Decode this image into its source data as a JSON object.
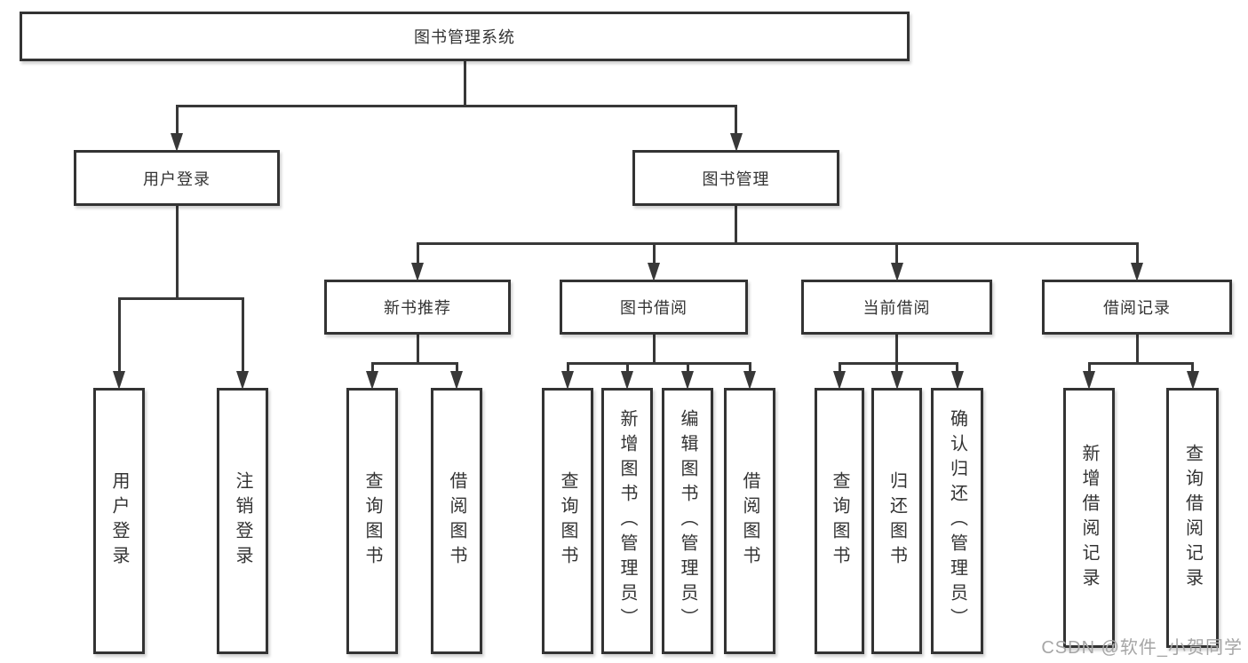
{
  "diagram": {
    "title": "图书管理系统",
    "nodes": [
      {
        "id": "root",
        "label": "图书管理系统",
        "text_direction": "horizontal"
      },
      {
        "id": "user-login",
        "label": "用户登录",
        "text_direction": "horizontal"
      },
      {
        "id": "book-mgmt",
        "label": "图书管理",
        "text_direction": "horizontal"
      },
      {
        "id": "new-books",
        "label": "新书推荐",
        "text_direction": "horizontal"
      },
      {
        "id": "book-borrow",
        "label": "图书借阅",
        "text_direction": "horizontal"
      },
      {
        "id": "current-borrow",
        "label": "当前借阅",
        "text_direction": "horizontal"
      },
      {
        "id": "borrow-records",
        "label": "借阅记录",
        "text_direction": "horizontal"
      },
      {
        "id": "login-op",
        "label": "用户登录",
        "text_direction": "vertical"
      },
      {
        "id": "logout-op",
        "label": "注销登录",
        "text_direction": "vertical"
      },
      {
        "id": "nb-query-books",
        "label": "查询图书",
        "text_direction": "vertical"
      },
      {
        "id": "nb-borrow-books",
        "label": "借阅图书",
        "text_direction": "vertical"
      },
      {
        "id": "bb-query-books",
        "label": "查询图书",
        "text_direction": "vertical"
      },
      {
        "id": "bb-add-books",
        "label": "新增图书（管理员）",
        "text_direction": "vertical"
      },
      {
        "id": "bb-edit-books",
        "label": "编辑图书（管理员）",
        "text_direction": "vertical"
      },
      {
        "id": "bb-borrow-books",
        "label": "借阅图书",
        "text_direction": "vertical"
      },
      {
        "id": "cb-query-books",
        "label": "查询图书",
        "text_direction": "vertical"
      },
      {
        "id": "cb-return-books",
        "label": "归还图书",
        "text_direction": "vertical"
      },
      {
        "id": "cb-confirm-return",
        "label": "确认归还（管理员）",
        "text_direction": "vertical"
      },
      {
        "id": "br-add-record",
        "label": "新增借阅记录",
        "text_direction": "vertical"
      },
      {
        "id": "br-query-record",
        "label": "查询借阅记录",
        "text_direction": "vertical"
      }
    ],
    "edges": [
      {
        "from": "root",
        "to": [
          "user-login",
          "book-mgmt"
        ]
      },
      {
        "from": "book-mgmt",
        "to": [
          "new-books",
          "book-borrow",
          "current-borrow",
          "borrow-records"
        ]
      },
      {
        "from": "user-login",
        "to": [
          "login-op",
          "logout-op"
        ]
      },
      {
        "from": "new-books",
        "to": [
          "nb-query-books",
          "nb-borrow-books"
        ]
      },
      {
        "from": "book-borrow",
        "to": [
          "bb-query-books",
          "bb-add-books",
          "bb-edit-books",
          "bb-borrow-books"
        ]
      },
      {
        "from": "current-borrow",
        "to": [
          "cb-query-books",
          "cb-return-books",
          "cb-confirm-return"
        ]
      },
      {
        "from": "records-group",
        "to": []
      },
      {
        "from": "borrow-records",
        "to": [
          "br-add-record",
          "br-query-record"
        ]
      }
    ]
  },
  "watermark": {
    "text": "CSDN @软件_小贺同学"
  },
  "colors": {
    "line": "#383838",
    "box_border": "#333333",
    "text": "#333333",
    "watermark": "#a6a6a6",
    "background": "#ffffff"
  }
}
